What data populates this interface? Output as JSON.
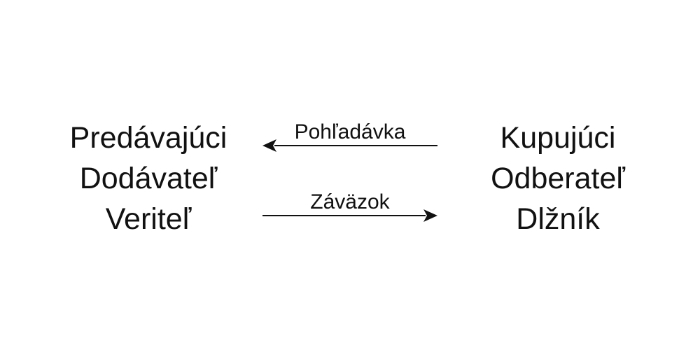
{
  "left_party": {
    "lines": [
      "Predávajúci",
      "Dodávateľ",
      "Veriteľ"
    ]
  },
  "right_party": {
    "lines": [
      "Kupujúci",
      "Odberateľ",
      "Dlžník"
    ]
  },
  "arrows": {
    "top": {
      "label": "Pohľadávka",
      "direction": "left"
    },
    "bottom": {
      "label": "Záväzok",
      "direction": "right"
    }
  },
  "colors": {
    "text": "#111111",
    "arrow": "#111111",
    "background": "#ffffff"
  }
}
